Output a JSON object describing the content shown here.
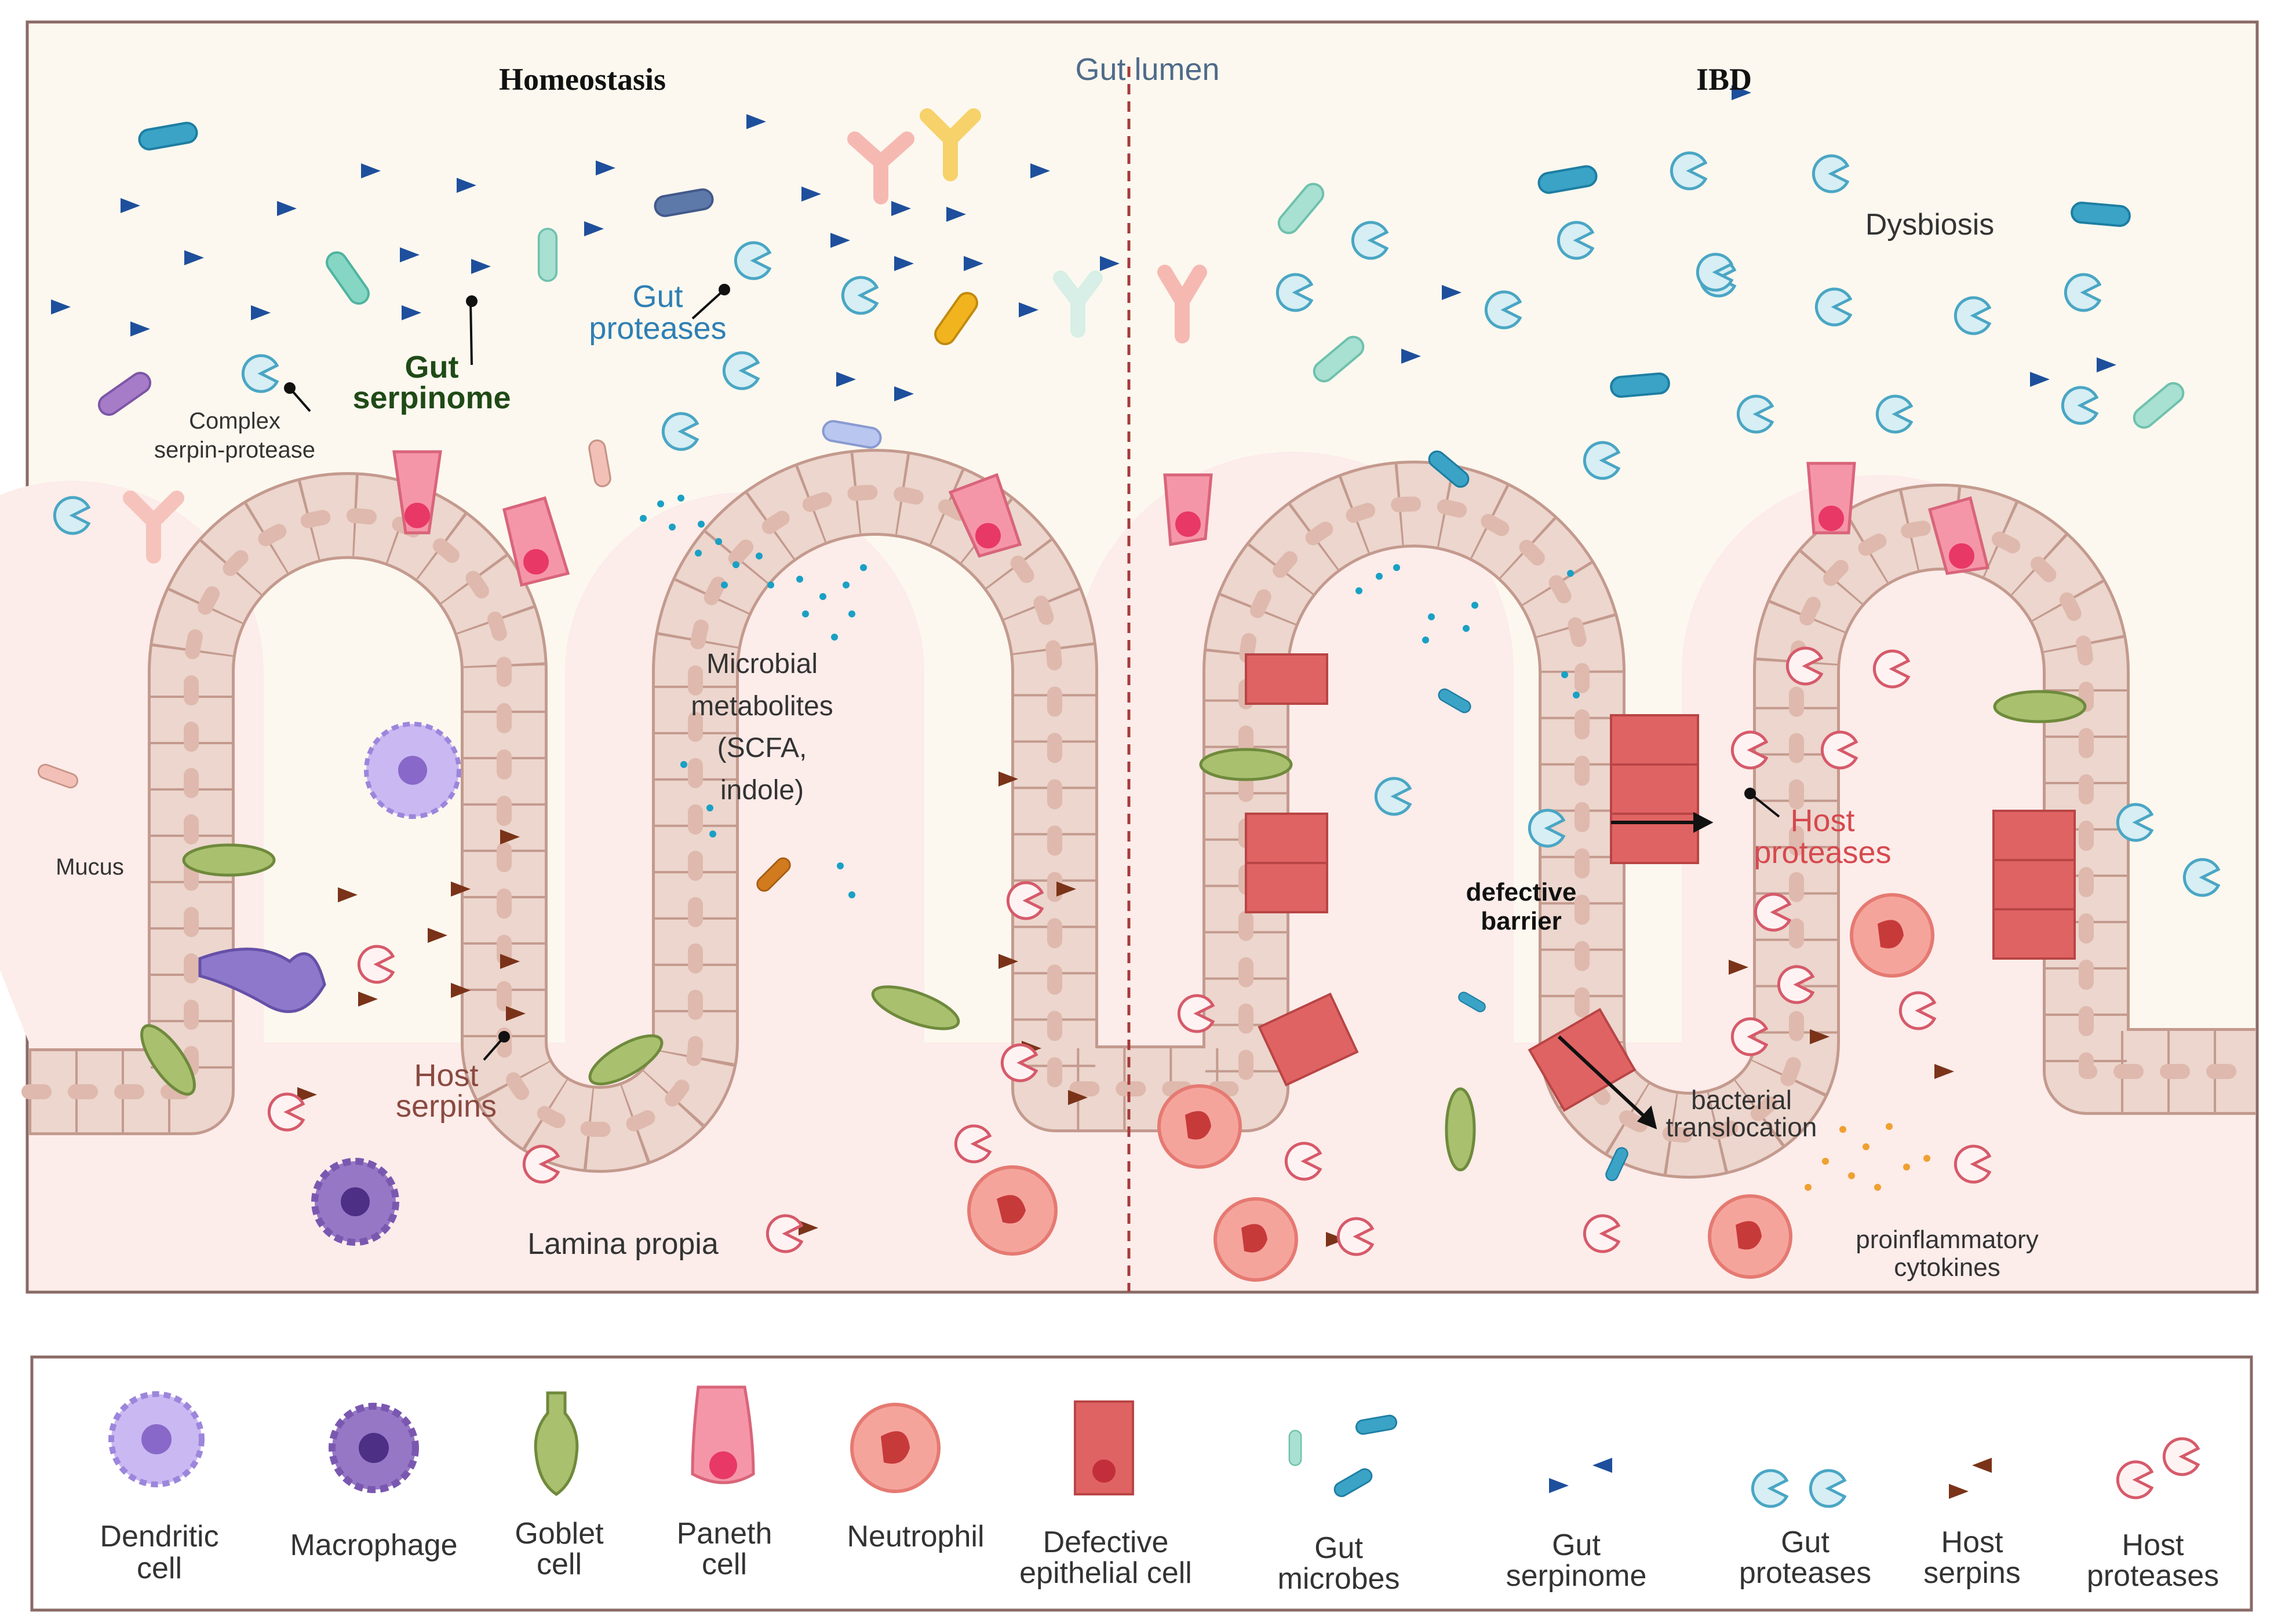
{
  "headings": {
    "homeostasis": "Homeostasis",
    "gut_lumen": "Gut lumen",
    "ibd": "IBD"
  },
  "labels": {
    "gut_serpinome_1": "Gut",
    "gut_serpinome_2": "serpinome",
    "gut_proteases_1": "Gut",
    "gut_proteases_2": "proteases",
    "complex_1": "Complex",
    "complex_2": "serpin-protease",
    "microbial_1": "Microbial",
    "microbial_2": "metabolites",
    "microbial_3": "(SCFA,",
    "microbial_4": "indole)",
    "mucus": "Mucus",
    "host_serpins_1": "Host",
    "host_serpins_2": "serpins",
    "lamina_propia": "Lamina propia",
    "dysbiosis": "Dysbiosis",
    "host_proteases_1": "Host",
    "host_proteases_2": "proteases",
    "defective_1": "defective",
    "defective_2": "barrier",
    "bacterial_1": "bacterial",
    "bacterial_2": "translocation",
    "cytokines_1": "proinflammatory",
    "cytokines_2": "cytokines"
  },
  "legend": [
    {
      "line1": "Dendritic",
      "line2": "cell",
      "icon": "dendritic-cell-icon"
    },
    {
      "line1": "Macrophage",
      "line2": "",
      "icon": "macrophage-icon"
    },
    {
      "line1": "Goblet",
      "line2": "cell",
      "icon": "goblet-cell-icon"
    },
    {
      "line1": "Paneth",
      "line2": "cell",
      "icon": "paneth-cell-icon"
    },
    {
      "line1": "Neutrophil",
      "line2": "",
      "icon": "neutrophil-icon"
    },
    {
      "line1": "Defective",
      "line2": "epithelial cell",
      "icon": "defective-cell-icon"
    },
    {
      "line1": "Gut",
      "line2": "microbes",
      "icon": "gut-microbes-icon"
    },
    {
      "line1": "Gut",
      "line2": "serpinome",
      "icon": "gut-serpinome-icon"
    },
    {
      "line1": "Gut",
      "line2": "proteases",
      "icon": "gut-proteases-icon"
    },
    {
      "line1": "Host",
      "line2": "serpins",
      "icon": "host-serpins-icon"
    },
    {
      "line1": "Host",
      "line2": "proteases",
      "icon": "host-proteases-icon"
    }
  ],
  "colors": {
    "lumen_bg": "#fcf8ef",
    "lamina_bg": "#fcecea",
    "frame": "#8a6a66",
    "epithelium": "#ecd6ce",
    "serpin_gut": "#1e4f9c",
    "protease_gut": "#7fc6da",
    "serpin_host": "#7a3318",
    "protease_host": "#d65a6a",
    "label_green": "#1f4a16",
    "label_blue": "#2f7fb4",
    "label_red": "#d6494f",
    "label_brown": "#8a4a40"
  }
}
